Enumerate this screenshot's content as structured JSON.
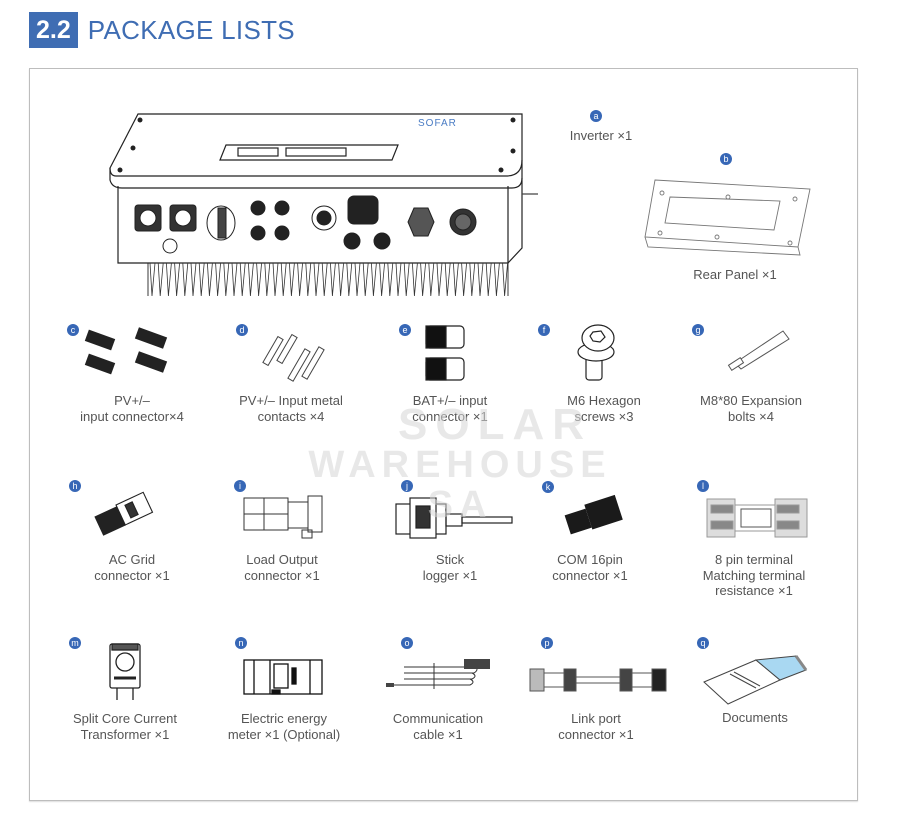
{
  "section": {
    "number": "2.2",
    "title": "PACKAGE LISTS"
  },
  "watermark": {
    "line1": "SOLAR",
    "line2": "WAREHOUSE SA"
  },
  "inverter": {
    "brand": "SOFAR"
  },
  "colors": {
    "accent": "#3f6db3",
    "badge": "#3767b6",
    "document_fill": "#a9d8f2"
  },
  "items": [
    {
      "letter": "a",
      "label": "Inverter ×1",
      "icon": "inverter-icon"
    },
    {
      "letter": "b",
      "label": "Rear Panel ×1",
      "icon": "rear-panel-icon"
    },
    {
      "letter": "c",
      "label": "PV+/–\ninput connector×4",
      "icon": "pv-connector-icon"
    },
    {
      "letter": "d",
      "label": "PV+/– Input metal\ncontacts ×4",
      "icon": "metal-contacts-icon"
    },
    {
      "letter": "e",
      "label": "BAT+/– input\nconnector ×1",
      "icon": "bat-connector-icon"
    },
    {
      "letter": "f",
      "label": "M6 Hexagon\nscrews ×3",
      "icon": "hexagon-screw-icon"
    },
    {
      "letter": "g",
      "label": "M8*80 Expansion\nbolts ×4",
      "icon": "expansion-bolt-icon"
    },
    {
      "letter": "h",
      "label": "AC Grid\nconnector ×1",
      "icon": "ac-grid-connector-icon"
    },
    {
      "letter": "i",
      "label": "Load Output\nconnector ×1",
      "icon": "load-output-connector-icon"
    },
    {
      "letter": "j",
      "label": "Stick\nlogger ×1",
      "icon": "stick-logger-icon"
    },
    {
      "letter": "k",
      "label": "COM 16pin\nconnector ×1",
      "icon": "com-connector-icon"
    },
    {
      "letter": "l",
      "label": "8 pin terminal\nMatching terminal\nresistance ×1",
      "icon": "terminal-resistance-icon"
    },
    {
      "letter": "m",
      "label": "Split Core Current\nTransformer ×1",
      "icon": "current-transformer-icon"
    },
    {
      "letter": "n",
      "label": "Electric energy\nmeter ×1  (Optional)",
      "icon": "energy-meter-icon"
    },
    {
      "letter": "o",
      "label": "Communication\ncable ×1",
      "icon": "communication-cable-icon"
    },
    {
      "letter": "p",
      "label": "Link port\nconnector ×1",
      "icon": "link-port-connector-icon"
    },
    {
      "letter": "q",
      "label": "Documents",
      "icon": "documents-icon"
    }
  ]
}
